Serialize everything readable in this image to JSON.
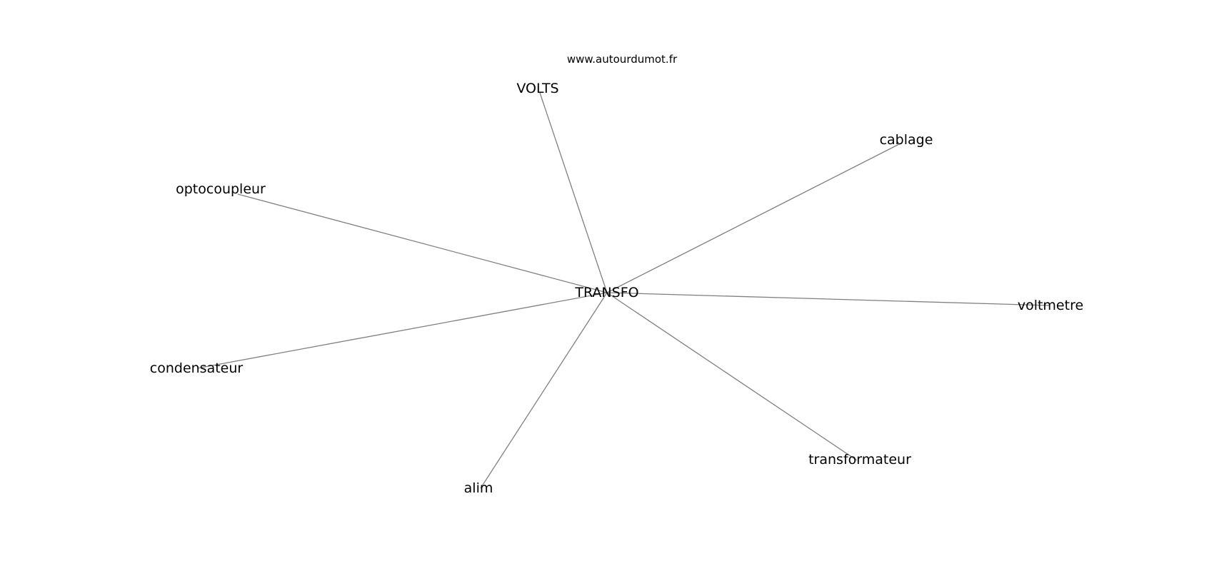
{
  "watermark": "www.autourdumot.fr",
  "center_word": "TRANSFO",
  "related_words": [
    "VOLTS",
    "cablage",
    "optocoupleur",
    "voltmetre",
    "condensateur",
    "alim",
    "transformateur"
  ],
  "colors": {
    "edge": "#808080",
    "text": "#000000",
    "background": "#ffffff"
  }
}
